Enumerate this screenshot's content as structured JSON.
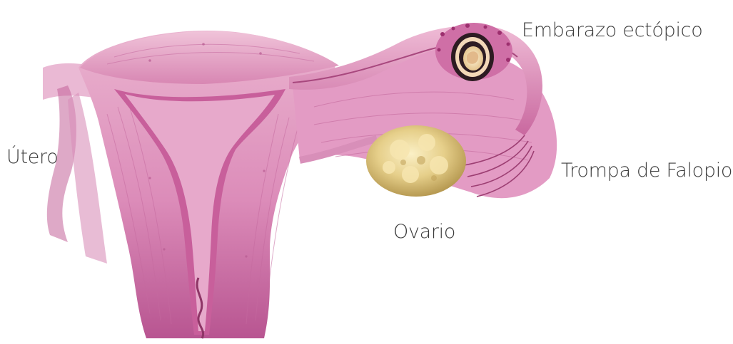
{
  "labels": {
    "ectopic_pregnancy": "Embarazo ectópico",
    "uterus": "Útero",
    "fallopian_tube": "Trompa de Falopio",
    "ovary": "Ovario"
  },
  "colors": {
    "tissue_pink": "#d97fb0",
    "tissue_light": "#eab3cf",
    "tissue_dark": "#a8487e",
    "ovary_yellow": "#e6cf8a",
    "label_text": "#3c3c3c",
    "background": "#ffffff"
  }
}
